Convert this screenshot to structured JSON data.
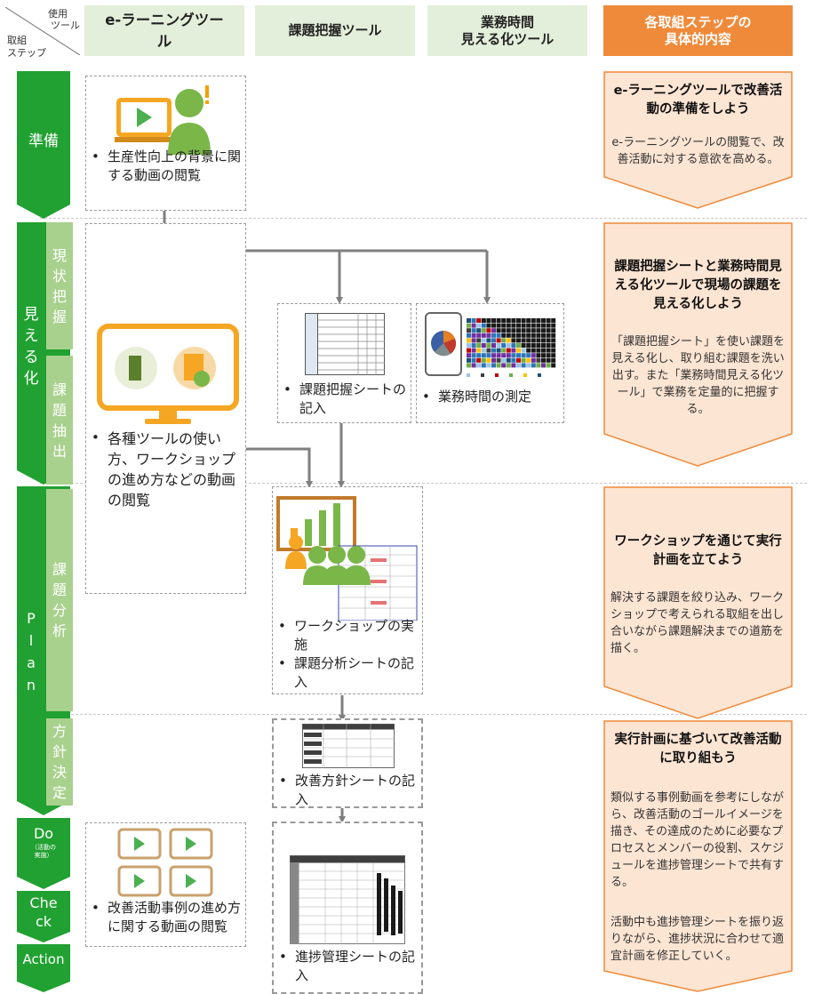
{
  "corner": {
    "tool_label_1": "使用",
    "tool_label_2": "ツール",
    "step_label_1": "取組",
    "step_label_2": "ステップ"
  },
  "headers": [
    {
      "label": "e-ラーニングツー\nル"
    },
    {
      "label": "課題把握ツール"
    },
    {
      "label": "業務時間\n見える化ツール"
    },
    {
      "label": "各取組ステップの\n具体的内容"
    }
  ],
  "steps": {
    "prep": "準備",
    "visualize": "見\nえ\nる\n化",
    "plan": "P\nl\na\nn",
    "do_main": "Do",
    "do_sub": "（活動の\n実施）",
    "check": "Che\nck",
    "action": "Action"
  },
  "substeps": {
    "current": "現\n状\n把\n握",
    "extract": "課\n題\n抽\n出",
    "analysis": "課\n題\n分\n析",
    "policy": "方\n針\n決\n定"
  },
  "items": {
    "prep_video": "生産性向上の背景に関する動画の閲覧",
    "tools_video": "各種ツールの使い方、ワークショップの進め方などの動画の閲覧",
    "issue_sheet": "課題把握シートの記入",
    "time_measure": "業務時間の測定",
    "workshop": "ワークショップの実施",
    "analysis_sheet": "課題分析シートの記入",
    "policy_sheet": "改善方針シートの記入",
    "cases_video": "改善活動事例の進め方に関する動画の閲覧",
    "progress_sheet": "進捗管理シートの記入"
  },
  "panels": [
    {
      "title": "e-ラーニングツールで改善活動の準備をしよう",
      "body": [
        "e-ラーニングツールの閲覧で、改善活動に対する意欲を高める。"
      ]
    },
    {
      "title": "課題把握シートと業務時間見える化ツールで現場の課題を見える化しよう",
      "body": [
        "「課題把握シート」を使い課題を見える化し、取り組む課題を洗い出す。また「業務時間見える化ツール」で業務を定量的に把握する。"
      ]
    },
    {
      "title": "ワークショップを通じて実行計画を立てよう",
      "body": [
        "解決する課題を絞り込み、ワークショップで考えられる取組を出し合いながら課題解決までの道筋を描く。"
      ]
    },
    {
      "title": "実行計画に基づいて改善活動に取り組もう",
      "body": [
        "類似する事例動画を参考にしながら、改善活動のゴールイメージを描き、その達成のために必要なプロセスとメンバーの役割、スケジュールを進捗管理シートで共有する。",
        "活動中も進捗管理シートを振り返りながら、進捗状況に合わせて適宜計画を修正していく。"
      ]
    }
  ],
  "colors": {
    "dark_green": "#21a131",
    "light_green": "#a9d18e",
    "header_green": "#e3efda",
    "orange": "#ef8a3a",
    "panel_fill": "#fde5d3",
    "connector": "#7f7f7f"
  }
}
